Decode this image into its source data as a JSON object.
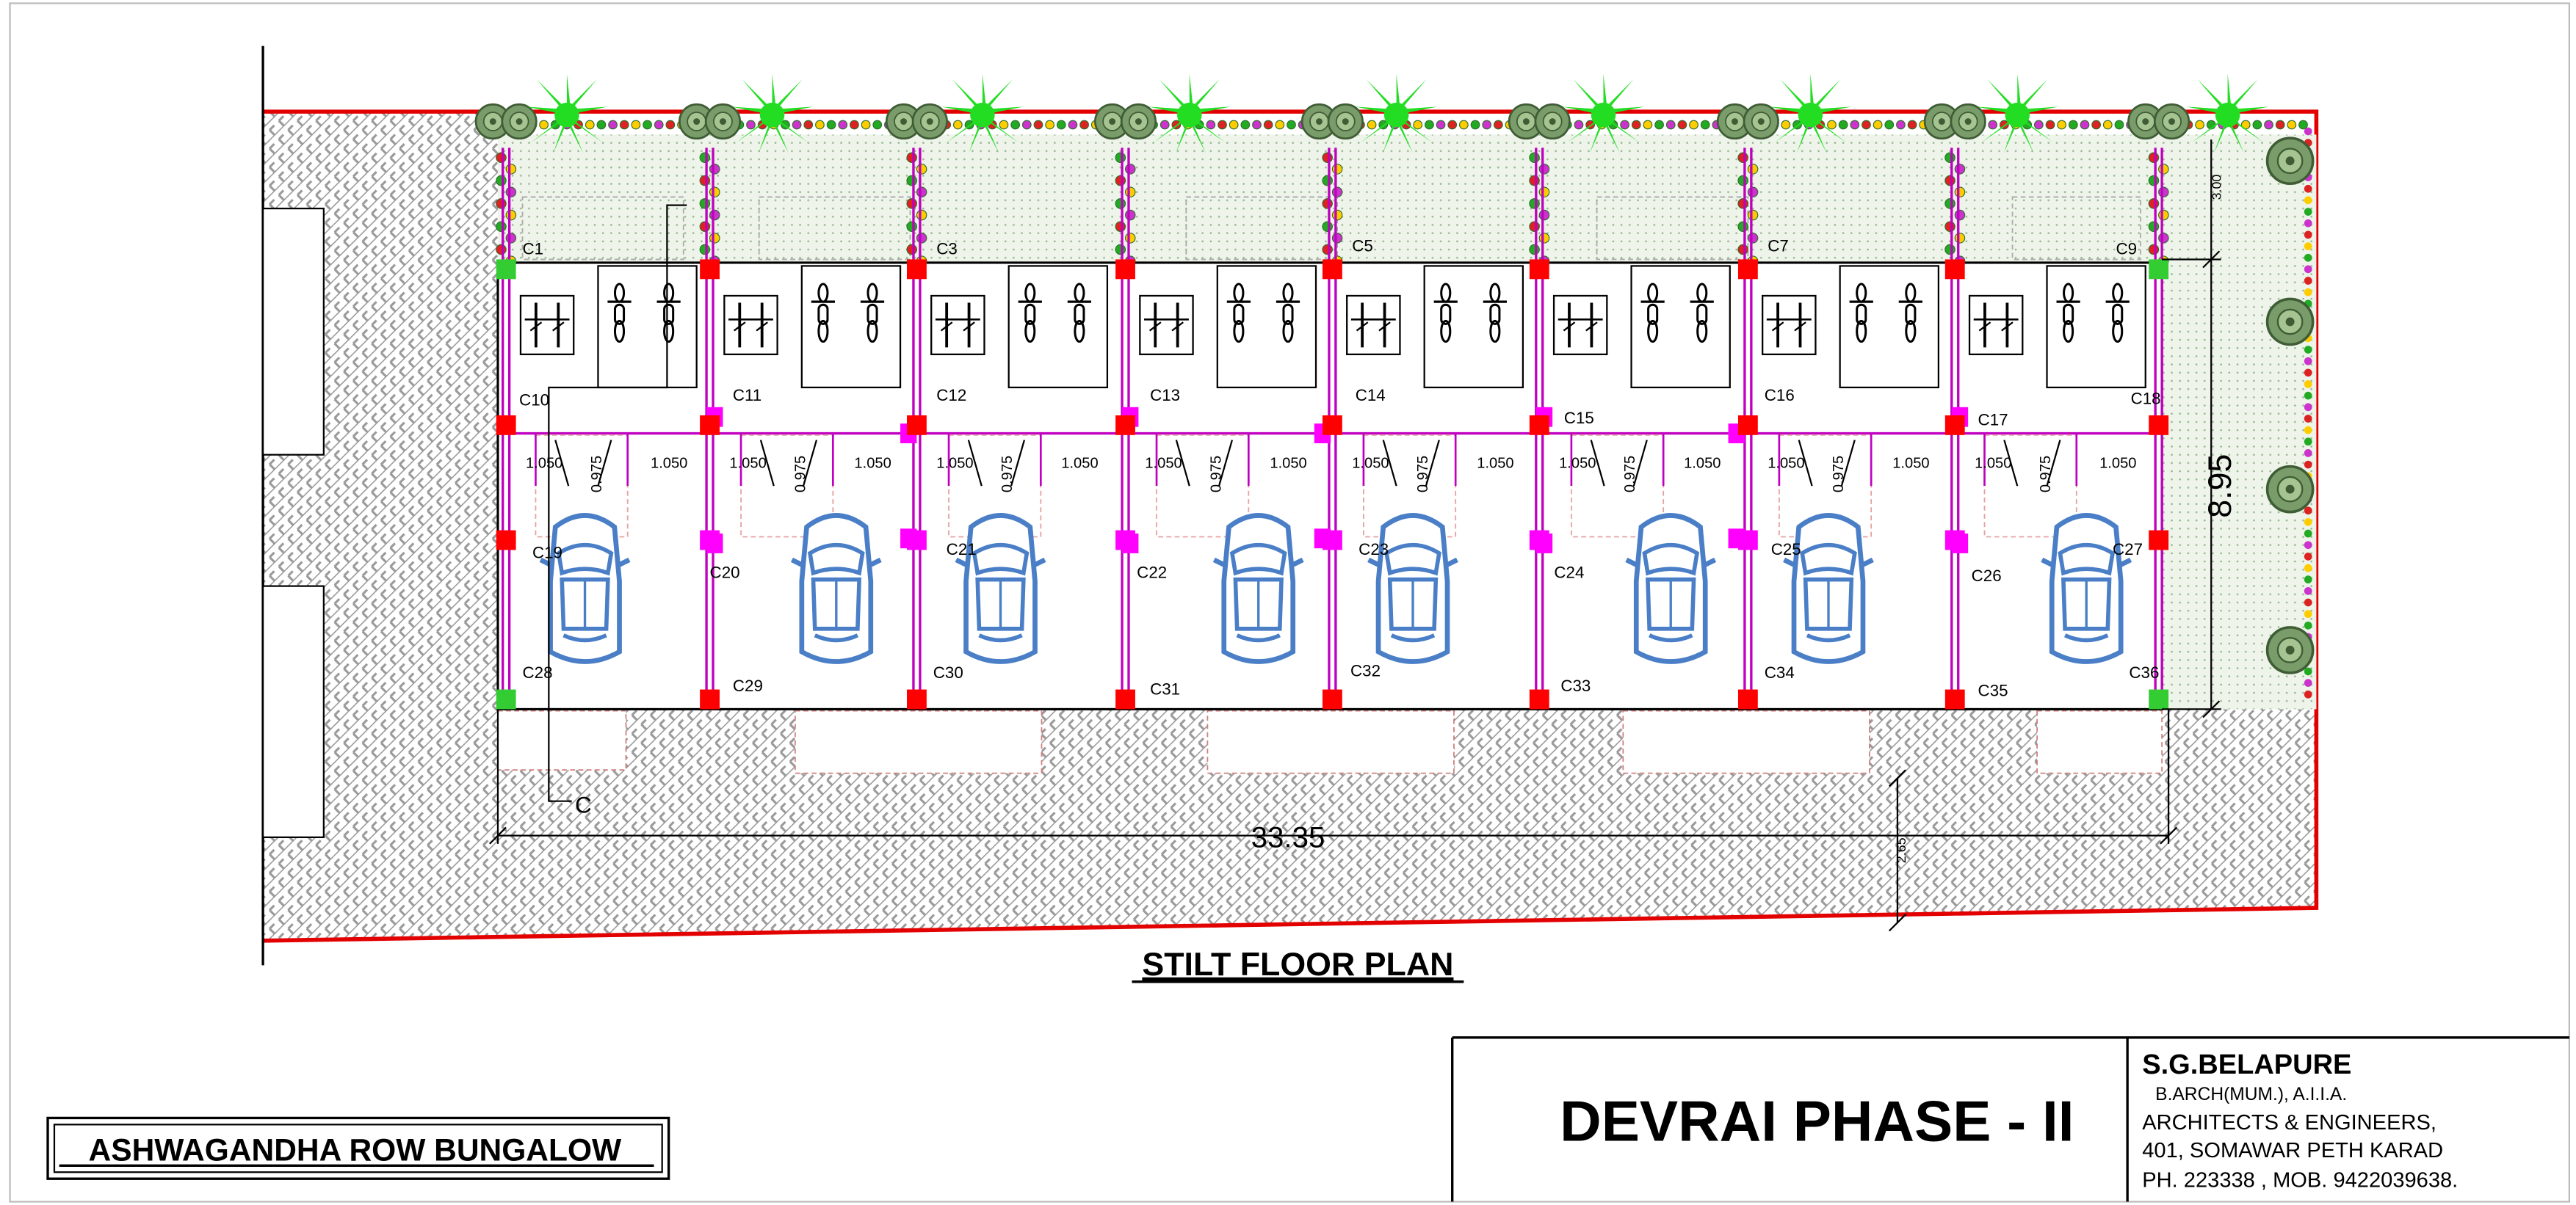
{
  "drawing": {
    "plan_title": "STILT FLOOR PLAN",
    "project_name": "ASHWAGANDHA ROW BUNGALOW",
    "phase_title": "DEVRAI PHASE - II",
    "dimensions": {
      "overall_length": "33.35",
      "depth": "8.95",
      "front_strip": "3.00",
      "road_setback": "2.65",
      "door_width": "1.050",
      "door_width_2": "0.975"
    },
    "section_marker": "C",
    "top_columns": [
      "C1",
      "C3",
      "C5",
      "C7",
      "C9"
    ],
    "upper_mid_columns": [
      "C10",
      "C11",
      "C12",
      "C13",
      "C14",
      "C15",
      "C16",
      "C17",
      "C18"
    ],
    "mid_columns": [
      "C19",
      "C20",
      "C21",
      "C22",
      "C23",
      "C24",
      "C25",
      "C26",
      "C27"
    ],
    "bottom_columns": [
      "C28",
      "C29",
      "C30",
      "C31",
      "C32",
      "C33",
      "C34",
      "C35",
      "C36"
    ]
  },
  "architect": {
    "name": "S.G.BELAPURE",
    "qualification": "B.ARCH(MUM.), A.I.I.A.",
    "firm": "ARCHITECTS & ENGINEERS,",
    "address": "401, SOMAWAR PETH KARAD",
    "phone": "PH. 223338 , MOB. 9422039638."
  },
  "colors": {
    "boundary": "#e30000",
    "wall": "#c000c0",
    "column": "#ff0000",
    "corner_column": "#33cc33",
    "car": "#4a7fc7",
    "tree": "#22dd22",
    "hatch": "#9a9a9a",
    "garden": "#dfe9d7"
  }
}
